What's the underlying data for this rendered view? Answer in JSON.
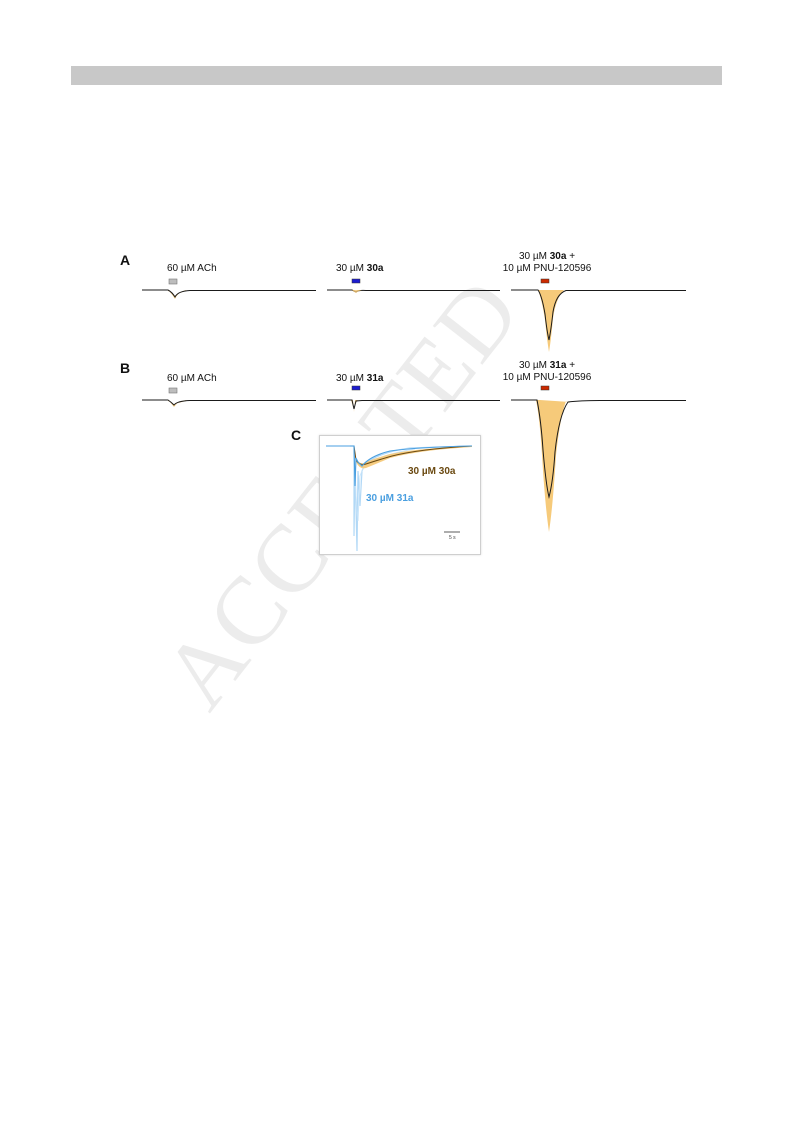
{
  "figure": {
    "watermark": "ACCEPTED",
    "panels": {
      "A": {
        "letter": "A",
        "ach_label": "60 µM ACh",
        "mid_prefix": "30 µM ",
        "mid_compound": "30a",
        "right_line1_prefix": "30 µM ",
        "right_line1_compound": "30a",
        "right_line1_suffix": " +",
        "right_line2": "10 µM PNU-120596"
      },
      "B": {
        "letter": "B",
        "ach_label": "60 µM ACh",
        "mid_prefix": "30 µM ",
        "mid_compound": "31a",
        "right_line1_prefix": "30 µM ",
        "right_line1_compound": "31a",
        "right_line1_suffix": " +",
        "right_line2": "10 µM PNU-120596"
      },
      "C": {
        "letter": "C",
        "series_30a_label": "30 µM 30a",
        "series_31a_label": "30 µM 31a",
        "scale_label": "5 s"
      }
    },
    "colors": {
      "trace": "#1a1a1a",
      "sem_band": "#f5c773",
      "ach_marker": "#bdbdbd",
      "compound_marker": "#1c1cd0",
      "combo_marker": "#cc2a00",
      "trace_30a": "#6b4a12",
      "trace_31a": "#4a9fe0"
    }
  }
}
